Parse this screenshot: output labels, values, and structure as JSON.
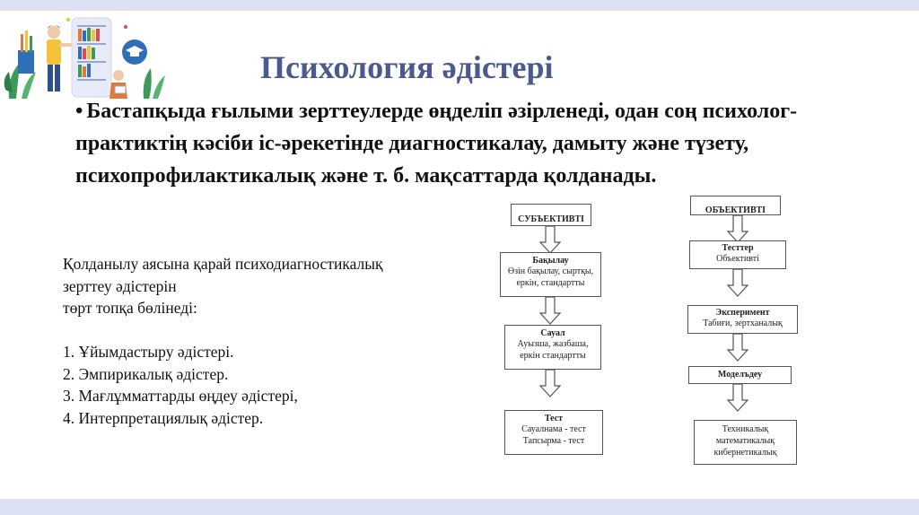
{
  "slide": {
    "title": "Психология әдістері",
    "bullet": "Бастапқыда ғылыми зерттеулерде өңделіп әзірленеді, одан соң психолог-практиктің кәсіби іс-әрекетінде диагностикалау, дамыту және түзету, психопрофилактикалық және т. б. мақсаттарда қолданады.",
    "bullet_marker": "•"
  },
  "left_text": {
    "lines": [
      "Қолданылу аясына қарай психодиагностикалық",
      "зерттеу әдістерін",
      "төрт топқа бөлінеді:",
      "",
      "1. Ұйымдастыру әдістері.",
      "2. Эмпирикалық әдістер.",
      "3. Мағлұмматтарды өңдеу әдістері,",
      "4. Интерпретациялық әдістер."
    ]
  },
  "diagram": {
    "subjective": {
      "header": "СУБЪЕКТИВТІ",
      "boxes": [
        {
          "title": "Бақылау",
          "lines": [
            "Өзін бақылау, сыртқы,",
            "еркін, стандартты"
          ]
        },
        {
          "title": "Сауал",
          "lines": [
            "Ауызша, жазбаша,",
            "еркін стандартты"
          ]
        },
        {
          "title": "Тест",
          "lines": [
            "Сауалнама - тест",
            "Тапсырма - тест"
          ]
        }
      ]
    },
    "objective": {
      "header": "ОБЪЕКТИВТІ",
      "boxes": [
        {
          "title": "Тесттер",
          "lines": [
            "Объективті"
          ]
        },
        {
          "title": "Эксперимент",
          "lines": [
            "Табиғи, зертханалық"
          ]
        },
        {
          "title": "Моделъдеу",
          "lines": []
        },
        {
          "title": "",
          "lines": [
            "Техникалық",
            "математикалық",
            "кибернетикалық"
          ]
        }
      ]
    }
  },
  "colors": {
    "title": "#4a5a8e",
    "band": "#dde1f4",
    "accent_blue": "#2f6fb8",
    "leaf_green": "#3e9a5a"
  },
  "icons": [
    "books-icon",
    "person-icon",
    "graduation-cap-icon",
    "plant-icon",
    "pencil-cup-icon"
  ]
}
